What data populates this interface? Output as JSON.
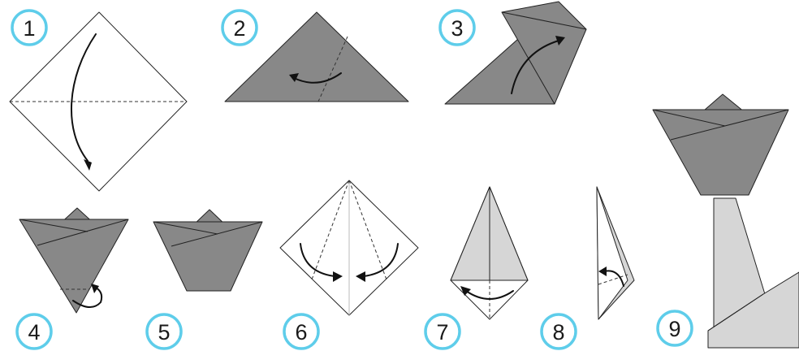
{
  "steps": [
    {
      "number": "1"
    },
    {
      "number": "2"
    },
    {
      "number": "3"
    },
    {
      "number": "4"
    },
    {
      "number": "5"
    },
    {
      "number": "6"
    },
    {
      "number": "7"
    },
    {
      "number": "8"
    },
    {
      "number": "9"
    }
  ],
  "colors": {
    "badge_ring": "#5ecdea",
    "paper_dark": "#888888",
    "paper_light": "#d6d6d6",
    "paper_white": "#ffffff",
    "line": "#222222"
  }
}
